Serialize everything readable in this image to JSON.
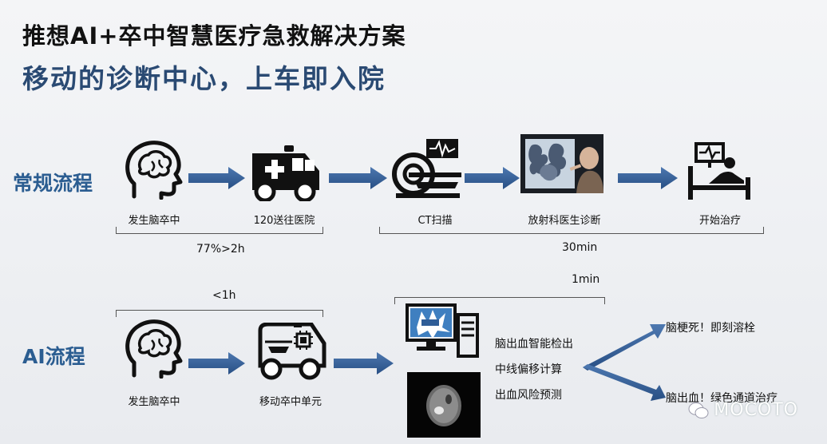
{
  "header": {
    "title": "推想AI+卒中智慧医疗急救解决方案",
    "subtitle": "移动的诊断中心，上车即入院"
  },
  "rows": {
    "normal_label": "常规流程",
    "ai_label": "AI流程"
  },
  "normal_flow": {
    "steps": [
      {
        "label": "发生脑卒中",
        "icon": "brain-head-icon"
      },
      {
        "label": "120送往医院",
        "icon": "ambulance-icon"
      },
      {
        "label": "CT扫描",
        "icon": "ct-scanner-icon"
      },
      {
        "label": "放射科医生诊断",
        "icon": "radiologist-photo"
      },
      {
        "label": "开始治疗",
        "icon": "hospital-bed-icon"
      }
    ],
    "note_left": "77%>2h",
    "note_right": "30min"
  },
  "ai_flow": {
    "steps": [
      {
        "label": "发生脑卒中",
        "icon": "brain-head-icon"
      },
      {
        "label": "移动卒中单元",
        "icon": "mobile-stroke-unit-icon"
      }
    ],
    "note_top": "<1h",
    "note_mid": "1min",
    "results": [
      "脑出血智能检出",
      "中线偏移计算",
      "出血风险预测"
    ],
    "outcomes": [
      "脑梗死！即刻溶栓",
      "脑出血！绿色通道治疗"
    ]
  },
  "watermark": "MOCOTO",
  "colors": {
    "arrow": "#2f5d97",
    "subtitle": "#2a4a73",
    "row_label": "#2b5d91"
  }
}
